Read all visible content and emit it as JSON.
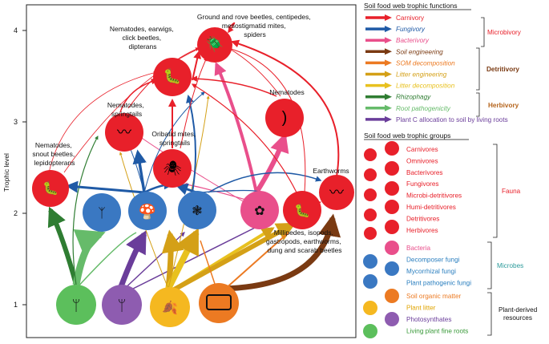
{
  "axis": {
    "ylabel": "Trophic level",
    "ticks": [
      "1",
      "2",
      "3",
      "4"
    ]
  },
  "nodes": {
    "ground_beetles": "Ground and rove beetles, centipedes, mesostigmatid mites, spiders",
    "nematodes_earwigs": "Nematodes, earwigs, click beetles, dipterans",
    "nematodes_springtails": "Nematodes, springtails",
    "nematodes_top": "Nematodes",
    "oribatid": "Oribatid mites, springtails",
    "nematodes_snout": "Nematodes, snout beetles, lepidopterans",
    "earthworms": "Earthworms",
    "millipedes": "Millipedes, isopods, gastropods, earthworms, dung and scarab beetles"
  },
  "legend_functions": {
    "title": "Soil food web trophic functions",
    "items": [
      {
        "label": "Carnivory",
        "color": "#e8202a",
        "italic": false
      },
      {
        "label": "Fungivory",
        "color": "#1f5aa6",
        "italic": true
      },
      {
        "label": "Bacterivory",
        "color": "#e94f8b",
        "italic": true
      },
      {
        "label": "Soil engineering",
        "color": "#7a3a12",
        "italic": true
      },
      {
        "label": "SOM decomposition",
        "color": "#ec7a22",
        "italic": true
      },
      {
        "label": "Litter engineering",
        "color": "#d4a017",
        "italic": true
      },
      {
        "label": "Litter decomposition",
        "color": "#e8c11f",
        "italic": true
      },
      {
        "label": "Rhizophagy",
        "color": "#2f7d32",
        "italic": true
      },
      {
        "label": "Root pathogenicity",
        "color": "#66bb6a",
        "italic": true
      },
      {
        "label": "Plant C allocation to soil by living roots",
        "color": "#6a3d9a",
        "italic": false
      }
    ],
    "groups": [
      {
        "label": "Microbivory",
        "color": "#e8202a"
      },
      {
        "label": "Detritivory",
        "color": "#7a3a12"
      },
      {
        "label": "Herbivory",
        "color": "#b5651d"
      }
    ]
  },
  "legend_groups": {
    "title": "Soil food web trophic groups",
    "fauna": [
      "Carnivores",
      "Omnivores",
      "Bacterivores",
      "Fungivores",
      "Microbi-detritivores",
      "Humi-detritivores",
      "Detritivores",
      "Herbivores"
    ],
    "fauna_label": "Fauna",
    "microbes": [
      "Bacteria",
      "Decomposer fungi",
      "Mycorrhizal fungi",
      "Plant pathogenic fungi"
    ],
    "microbes_label": "Microbes",
    "plant": [
      "Soil organic matter",
      "Plant litter",
      "Photosynthates",
      "Living plant fine roots"
    ],
    "plant_label": "Plant-derived resources"
  },
  "colors": {
    "fauna": "#e8202a",
    "bacteria": "#e94f8b",
    "fungi": "#3a78c2",
    "som": "#ec7a22",
    "litter": "#f5b820",
    "photosynthates": "#8e5cb0",
    "roots": "#5cbf5c",
    "fauna_text": "#e8202a",
    "microbe_text": "#2b7fbf",
    "plant_text_som": "#ec7a22",
    "plant_text_litter": "#e0a400",
    "plant_text_photo": "#6a3d9a",
    "plant_text_roots": "#3a9a3a"
  }
}
